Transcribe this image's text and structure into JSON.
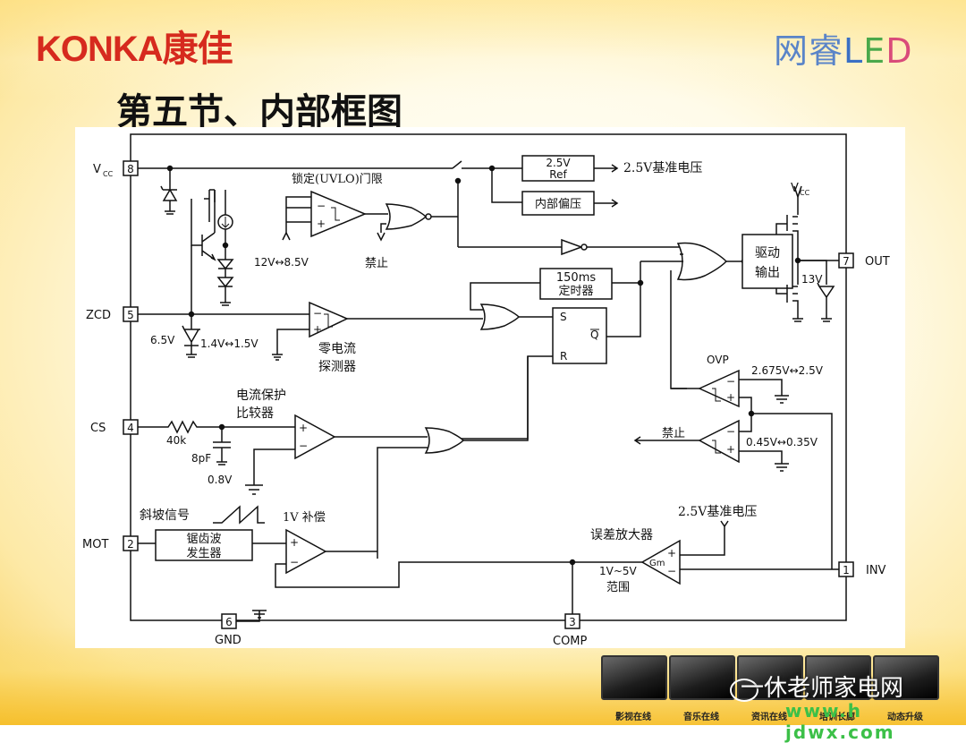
{
  "header": {
    "brand_left": "KONKA康佳",
    "brand_right_a": "网睿",
    "brand_right_l": "L",
    "brand_right_e": "E",
    "brand_right_d": "D",
    "title": "第五节、内部框图"
  },
  "diagram": {
    "pins": {
      "vcc": "V",
      "vcc_sub": "CC",
      "p8": "8",
      "zcd": "ZCD",
      "p5": "5",
      "cs": "CS",
      "p4": "4",
      "mot": "MOT",
      "p2": "2",
      "p6": "6",
      "gnd": "GND",
      "p3": "3",
      "comp": "COMP",
      "p1": "1",
      "inv": "INV",
      "p7": "7",
      "out": "OUT"
    },
    "labels": {
      "ref_top": "2.5V",
      "ref_bot": "Ref",
      "ref_out": "2.5V基准电压",
      "uvlo": "锁定(UVLO)门限",
      "bias": "内部偏压",
      "uvlo_thr": "12V↔8.5V",
      "disable1": "禁止",
      "vcc_out": "V",
      "vcc_out_sub": "CC",
      "driver1": "驱动",
      "driver2": "输出",
      "clamp13": "13V",
      "timer1": "150ms",
      "timer2": "定时器",
      "ff_s": "S",
      "ff_q": "Q",
      "ff_r": "R",
      "z65": "6.5V",
      "zcd_thr": "1.4V↔1.5V",
      "zcd_det1": "零电流",
      "zcd_det2": "探测器",
      "ovp": "OVP",
      "ovp_thr": "2.675V↔2.5V",
      "disable2": "禁止",
      "dis_thr": "0.45V↔0.35V",
      "cs_cmp1": "电流保护",
      "cs_cmp2": "比较器",
      "r40k": "40k",
      "c8pf": "8pF",
      "v08": "0.8V",
      "ramp": "斜坡信号",
      "comp1v": "1V 补偿",
      "saw1": "锯齿波",
      "saw2": "发生器",
      "ref2": "2.5V基准电压",
      "ea": "误差放大器",
      "gm": "Gm",
      "range1": "1V~5V",
      "range2": "范围"
    }
  },
  "footer": {
    "watermark": "一休老师家电网",
    "url": "www.h jdwx.com",
    "thumbs": [
      "影视在线",
      "音乐在线",
      "资讯在线",
      "培训长廊",
      "动态升级"
    ]
  }
}
